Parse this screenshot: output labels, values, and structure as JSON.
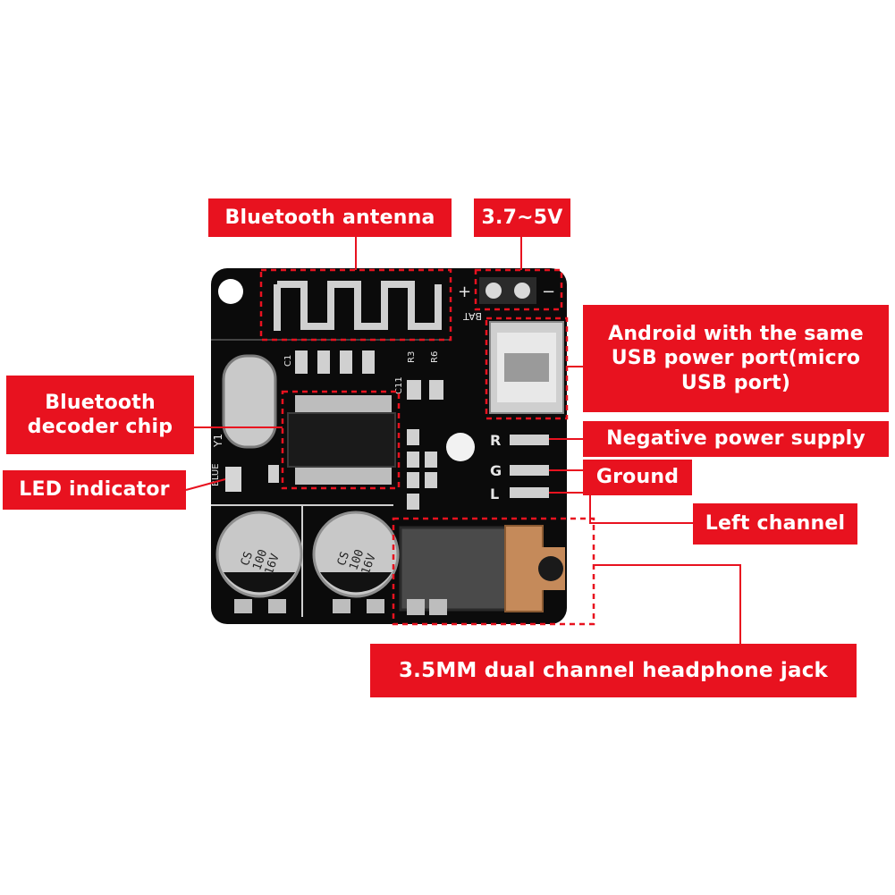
{
  "colors": {
    "label_bg": "#e8121f",
    "label_text": "#ffffff",
    "leader_line": "#e8121f",
    "pcb": "#0b0b0b",
    "silkscreen": "#e6e6e6"
  },
  "labels": {
    "antenna": "Bluetooth antenna",
    "voltage": "3.7~5V",
    "usb": "Android with the same\nUSB power port(micro\nUSB port)",
    "negative": "Negative power supply",
    "ground": "Ground",
    "left": "Left channel",
    "jack": "3.5MM dual channel headphone jack",
    "decoder": "Bluetooth\ndecoder chip",
    "led": "LED indicator"
  },
  "board_markings": {
    "plus": "+",
    "minus": "−",
    "bat": "BAT",
    "r": "R",
    "g": "G",
    "l": "L",
    "y1": "Y1",
    "c1": "C1",
    "c11": "C11",
    "r3": "R3",
    "r6": "R6",
    "blue": "BLUE",
    "cap_left": "CS\n100\n16V",
    "cap_right": "CS\n100\n16V"
  }
}
